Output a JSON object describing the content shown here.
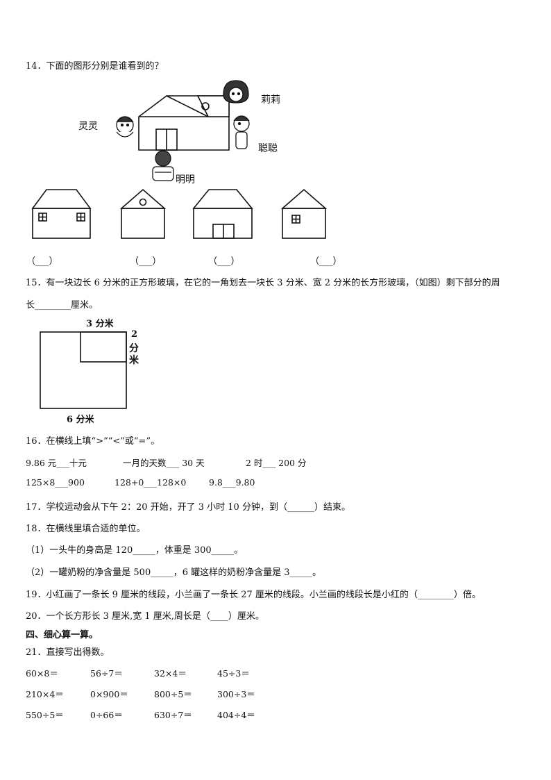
{
  "q14": {
    "text": "14．下面的图形分别是谁看到的？",
    "names": {
      "lingling": "灵灵",
      "lili": "莉莉",
      "congcong": "聪聪",
      "mingming": "明明"
    },
    "blanks": [
      "（___）",
      "（___）",
      "（___）",
      "（___）"
    ]
  },
  "q15": {
    "line1": "15．有一块边长 6 分米的正方形玻璃，在它的一角划去一块长 3 分米、宽 2 分米的长方形玻璃，（如图）剩下部分的周",
    "line2": "长________厘米。",
    "top_label": "3 分米",
    "side_label_1": "2",
    "side_label_2": "分",
    "side_label_3": "米",
    "bottom_label": "6 分米"
  },
  "q16": {
    "title": "16．在横线上填“>”“<”或“=”。",
    "row1": [
      "9.86 元___十元",
      "一月的天数___ 30 天",
      "2 时___ 200 分"
    ],
    "row2": [
      "125×8___900",
      "128+0___128×0",
      "9.8___9.80"
    ]
  },
  "q17": {
    "text": "17．学校运动会从下午 2：20 开始，开了 3 小时 10 分钟，到（______）结束。"
  },
  "q18": {
    "title": "18．在横线里填合适的单位。",
    "item1": "（1）一头牛的身高是 120_____，体重是 300_____。",
    "item2": "（2）一罐奶粉的净含量是 500_____，6 罐这样的奶粉净含量是 3_____。"
  },
  "q19": {
    "text": "19．小红画了一条长 9 厘米的线段，小兰画了一条长 27 厘米的线段。小兰画的线段长是小红的（________）倍。"
  },
  "q20": {
    "text": "20．一个长方形长 3 厘米,宽 1 厘米,周长是（____）厘米。"
  },
  "section4": {
    "title": "四、细心算一算。"
  },
  "q21": {
    "title": "21．直接写出得数。",
    "rows": [
      [
        "60×8＝",
        "56÷7＝",
        "32×4＝",
        "45÷3＝"
      ],
      [
        "210×4＝",
        "0×900＝",
        "800÷5＝",
        "300÷3＝"
      ],
      [
        "550÷5＝",
        "0÷66＝",
        "630÷7＝",
        "404÷4＝"
      ]
    ]
  }
}
